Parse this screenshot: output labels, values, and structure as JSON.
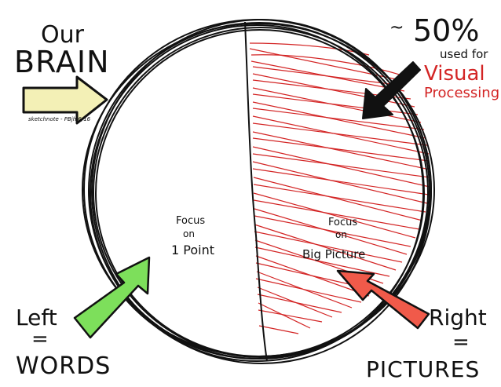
{
  "header": {
    "our": "Our",
    "brain": "BRAIN"
  },
  "stat": {
    "tilde": "~",
    "percent": "50%",
    "used_for": "used for",
    "visual": "Visual",
    "processing": "Processing"
  },
  "left_focus": {
    "line1": "Focus",
    "line2": "on",
    "line3": "1 Point"
  },
  "right_focus": {
    "line1": "Focus",
    "line2": "on",
    "line3": "Big Picture"
  },
  "left_label": {
    "top": "Left",
    "eq": "=",
    "bottom": "WORDS"
  },
  "right_label": {
    "top": "Right",
    "eq": "=",
    "bottom": "PICTURES"
  },
  "signature": "sketchnote - PBjh 6/16",
  "colors": {
    "ink": "#111111",
    "red": "#d32424",
    "yellow_arrow": "#f3f0b6",
    "green_arrow": "#7ddf5b",
    "red_arrow": "#f05a4a"
  }
}
